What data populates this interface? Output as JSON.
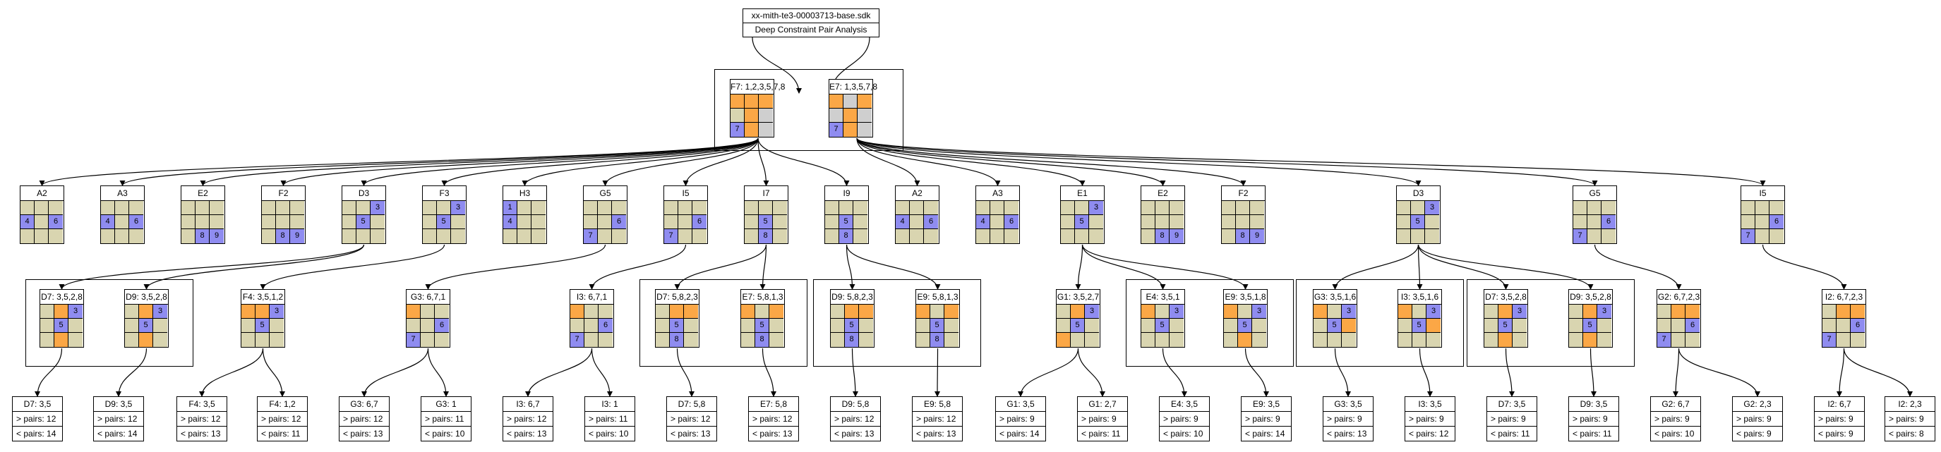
{
  "title": {
    "line1": "xx-mith-te3-00003713-base.sdk",
    "line2": "Deep Constraint Pair Analysis"
  },
  "colors": {
    "tan": "#d9d5b0",
    "orange": "#fba746",
    "blue": "#8f8cf0",
    "gray": "#cfcfcf"
  },
  "roots": [
    {
      "label": "F7: 1,2,3,5,7,8",
      "cells": [
        "o",
        "o",
        "o",
        "",
        "o",
        "g",
        "b7",
        "o",
        "g"
      ]
    },
    {
      "label": "E7: 1,3,5,7,8",
      "cells": [
        "o",
        "g",
        "o",
        "g",
        "o",
        "g",
        "b7",
        "o",
        "g"
      ]
    }
  ],
  "level1": [
    {
      "label": "A2",
      "cells": [
        "",
        "",
        "",
        "b4",
        "",
        "b6",
        "",
        "",
        ""
      ]
    },
    {
      "label": "A3",
      "cells": [
        "",
        "",
        "",
        "b4",
        "",
        "b6",
        "",
        "",
        ""
      ]
    },
    {
      "label": "E2",
      "cells": [
        "",
        "",
        "",
        "",
        "",
        "",
        "",
        "b8",
        "b9"
      ]
    },
    {
      "label": "F2",
      "cells": [
        "",
        "",
        "",
        "",
        "",
        "",
        "",
        "b8",
        "b9"
      ]
    },
    {
      "label": "D3",
      "cells": [
        "",
        "",
        "b3",
        "",
        "b5",
        "",
        "",
        "",
        ""
      ]
    },
    {
      "label": "F3",
      "cells": [
        "",
        "",
        "b3",
        "",
        "b5",
        "",
        "",
        "",
        ""
      ]
    },
    {
      "label": "H3",
      "cells": [
        "b1",
        "",
        "",
        "b4",
        "",
        "",
        "",
        "",
        ""
      ]
    },
    {
      "label": "G5",
      "cells": [
        "",
        "",
        "",
        "",
        "",
        "b6",
        "b7",
        "",
        ""
      ]
    },
    {
      "label": "I5",
      "cells": [
        "",
        "",
        "",
        "",
        "",
        "b6",
        "b7",
        "",
        ""
      ]
    },
    {
      "label": "I7",
      "cells": [
        "",
        "",
        "",
        "",
        "b5",
        "",
        "",
        "b8",
        ""
      ]
    },
    {
      "label": "I9",
      "cells": [
        "",
        "",
        "",
        "",
        "b5",
        "",
        "",
        "b8",
        ""
      ]
    },
    {
      "label": "A2",
      "cells": [
        "",
        "",
        "",
        "b4",
        "",
        "b6",
        "",
        "",
        ""
      ]
    },
    {
      "label": "A3",
      "cells": [
        "",
        "",
        "",
        "b4",
        "",
        "b6",
        "",
        "",
        ""
      ]
    },
    {
      "label": "E1",
      "cells": [
        "",
        "",
        "b3",
        "",
        "b5",
        "",
        "",
        "",
        ""
      ]
    },
    {
      "label": "E2",
      "cells": [
        "",
        "",
        "",
        "",
        "",
        "",
        "",
        "b8",
        "b9"
      ]
    },
    {
      "label": "F2",
      "cells": [
        "",
        "",
        "",
        "",
        "",
        "",
        "",
        "b8",
        "b9"
      ]
    },
    {
      "label": "D3",
      "cells": [
        "",
        "",
        "b3",
        "",
        "b5",
        "",
        "",
        "",
        ""
      ]
    },
    {
      "label": "G5",
      "cells": [
        "",
        "",
        "",
        "",
        "",
        "b6",
        "b7",
        "",
        ""
      ]
    },
    {
      "label": "I5",
      "cells": [
        "",
        "",
        "",
        "",
        "",
        "b6",
        "b7",
        "",
        ""
      ]
    }
  ],
  "level2": [
    {
      "label": "D7: 3,5,2,8",
      "cells": [
        "",
        "o",
        "b3",
        "",
        "b5",
        "",
        "",
        "o",
        ""
      ]
    },
    {
      "label": "D9: 3,5,2,8",
      "cells": [
        "",
        "o",
        "b3",
        "",
        "b5",
        "",
        "",
        "o",
        ""
      ]
    },
    {
      "label": "F4: 3,5,1,2",
      "cells": [
        "o",
        "o",
        "b3",
        "",
        "b5",
        "",
        "",
        "",
        ""
      ]
    },
    {
      "label": "G3: 6,7,1",
      "cells": [
        "o",
        "",
        "",
        "",
        "",
        "b6",
        "b7",
        "",
        ""
      ]
    },
    {
      "label": "I3: 6,7,1",
      "cells": [
        "o",
        "",
        "",
        "",
        "",
        "b6",
        "b7",
        "",
        ""
      ]
    },
    {
      "label": "D7: 5,8,2,3",
      "cells": [
        "",
        "o",
        "o",
        "",
        "b5",
        "",
        "",
        "b8",
        ""
      ]
    },
    {
      "label": "E7: 5,8,1,3",
      "cells": [
        "o",
        "",
        "o",
        "",
        "b5",
        "",
        "",
        "b8",
        ""
      ]
    },
    {
      "label": "D9: 5,8,2,3",
      "cells": [
        "",
        "o",
        "o",
        "",
        "b5",
        "",
        "",
        "b8",
        ""
      ]
    },
    {
      "label": "E9: 5,8,1,3",
      "cells": [
        "o",
        "",
        "o",
        "",
        "b5",
        "",
        "",
        "b8",
        ""
      ]
    },
    {
      "label": "G1: 3,5,2,7",
      "cells": [
        "",
        "o",
        "b3",
        "",
        "b5",
        "",
        "o",
        "",
        ""
      ]
    },
    {
      "label": "E4: 3,5,1",
      "cells": [
        "o",
        "",
        "b3",
        "",
        "b5",
        "",
        "",
        "",
        ""
      ]
    },
    {
      "label": "E9: 3,5,1,8",
      "cells": [
        "o",
        "",
        "b3",
        "",
        "b5",
        "",
        "",
        "o",
        ""
      ]
    },
    {
      "label": "G3: 3,5,1,6",
      "cells": [
        "o",
        "",
        "b3",
        "",
        "b5",
        "o",
        "",
        "",
        ""
      ]
    },
    {
      "label": "I3: 3,5,1,6",
      "cells": [
        "o",
        "",
        "b3",
        "",
        "b5",
        "o",
        "",
        "",
        ""
      ]
    },
    {
      "label": "D7: 3,5,2,8",
      "cells": [
        "",
        "o",
        "b3",
        "",
        "b5",
        "",
        "",
        "o",
        ""
      ]
    },
    {
      "label": "D9: 3,5,2,8",
      "cells": [
        "",
        "o",
        "b3",
        "",
        "b5",
        "",
        "",
        "o",
        ""
      ]
    },
    {
      "label": "G2: 6,7,2,3",
      "cells": [
        "",
        "o",
        "o",
        "",
        "",
        "b6",
        "b7",
        "",
        ""
      ]
    },
    {
      "label": "I2: 6,7,2,3",
      "cells": [
        "",
        "o",
        "o",
        "",
        "",
        "b6",
        "b7",
        "",
        ""
      ]
    }
  ],
  "leaves": [
    {
      "label": "D7: 3,5",
      "gt": "> pairs: 12",
      "lt": "< pairs: 14"
    },
    {
      "label": "D9: 3,5",
      "gt": "> pairs: 12",
      "lt": "< pairs: 14"
    },
    {
      "label": "F4: 3,5",
      "gt": "> pairs: 12",
      "lt": "< pairs: 13"
    },
    {
      "label": "F4: 1,2",
      "gt": "> pairs: 12",
      "lt": "< pairs: 11"
    },
    {
      "label": "G3: 6,7",
      "gt": "> pairs: 12",
      "lt": "< pairs: 13"
    },
    {
      "label": "G3: 1",
      "gt": "> pairs: 11",
      "lt": "< pairs: 10"
    },
    {
      "label": "I3: 6,7",
      "gt": "> pairs: 12",
      "lt": "< pairs: 13"
    },
    {
      "label": "I3: 1",
      "gt": "> pairs: 11",
      "lt": "< pairs: 10"
    },
    {
      "label": "D7: 5,8",
      "gt": "> pairs: 12",
      "lt": "< pairs: 13"
    },
    {
      "label": "E7: 5,8",
      "gt": "> pairs: 12",
      "lt": "< pairs: 13"
    },
    {
      "label": "D9: 5,8",
      "gt": "> pairs: 12",
      "lt": "< pairs: 13"
    },
    {
      "label": "E9: 5,8",
      "gt": "> pairs: 12",
      "lt": "< pairs: 13"
    },
    {
      "label": "G1: 3,5",
      "gt": "> pairs: 9",
      "lt": "< pairs: 14"
    },
    {
      "label": "G1: 2,7",
      "gt": "> pairs: 9",
      "lt": "< pairs: 11"
    },
    {
      "label": "E4: 3,5",
      "gt": "> pairs: 9",
      "lt": "< pairs: 10"
    },
    {
      "label": "E9: 3,5",
      "gt": "> pairs: 9",
      "lt": "< pairs: 14"
    },
    {
      "label": "G3: 3,5",
      "gt": "> pairs: 9",
      "lt": "< pairs: 13"
    },
    {
      "label": "I3: 3,5",
      "gt": "> pairs: 9",
      "lt": "< pairs: 12"
    },
    {
      "label": "D7: 3,5",
      "gt": "> pairs: 9",
      "lt": "< pairs: 11"
    },
    {
      "label": "D9: 3,5",
      "gt": "> pairs: 9",
      "lt": "< pairs: 11"
    },
    {
      "label": "G2: 6,7",
      "gt": "> pairs: 9",
      "lt": "< pairs: 10"
    },
    {
      "label": "G2: 2,3",
      "gt": "> pairs: 9",
      "lt": "< pairs: 9"
    },
    {
      "label": "I2: 6,7",
      "gt": "> pairs: 9",
      "lt": "< pairs: 9"
    },
    {
      "label": "I2: 2,3",
      "gt": "> pairs: 9",
      "lt": "< pairs: 8"
    }
  ]
}
